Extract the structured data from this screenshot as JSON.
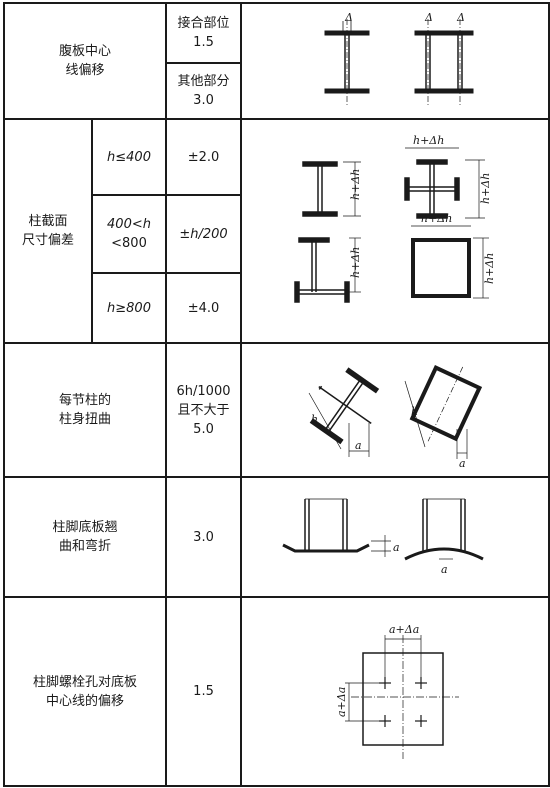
{
  "rows": {
    "web_offset": {
      "item": [
        "腹板中心",
        "线偏移"
      ],
      "joint": {
        "label": "接合部位",
        "value": "1.5"
      },
      "other": {
        "label": "其他部分",
        "value": "3.0"
      }
    },
    "section": {
      "item": [
        "柱截面",
        "尺寸偏差"
      ],
      "rows": [
        {
          "cond": "h≤400",
          "value": "±2.0"
        },
        {
          "cond": [
            "400<h",
            "<800"
          ],
          "value": "±h/200"
        },
        {
          "cond": "h≥800",
          "value": "±4.0"
        }
      ]
    },
    "twist": {
      "item": [
        "每节柱的",
        "柱身扭曲"
      ],
      "value": [
        "6h/1000",
        "且不大于",
        "5.0"
      ]
    },
    "base_warp": {
      "item": [
        "柱脚底板翘",
        "曲和弯折"
      ],
      "value": "3.0"
    },
    "bolt_offset": {
      "item": [
        "柱脚螺栓孔对底板",
        "中心线的偏移"
      ],
      "value": "1.5"
    }
  },
  "figure_labels": {
    "delta": "Δ",
    "h_plus_dh": "h+Δh",
    "h": "h",
    "a": "a",
    "a_plus_da": "a+Δa"
  }
}
